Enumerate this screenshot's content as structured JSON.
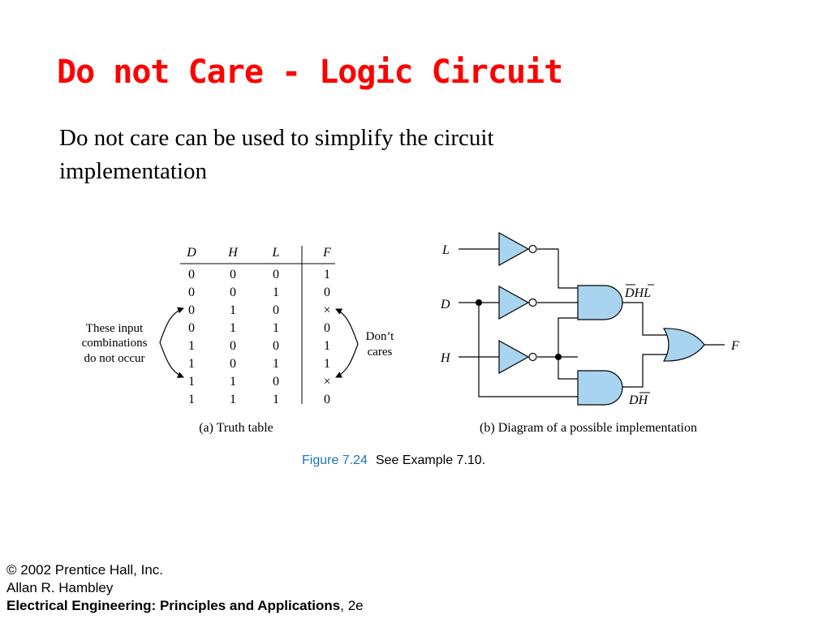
{
  "slide": {
    "title": "Do not Care - Logic Circuit",
    "body": "Do not care can be used to simplify the circuit implementation"
  },
  "truth_table": {
    "headers": [
      "D",
      "H",
      "L",
      "F"
    ],
    "rows": [
      [
        "0",
        "0",
        "0",
        "1"
      ],
      [
        "0",
        "0",
        "1",
        "0"
      ],
      [
        "0",
        "1",
        "0",
        "×"
      ],
      [
        "0",
        "1",
        "1",
        "0"
      ],
      [
        "1",
        "0",
        "0",
        "1"
      ],
      [
        "1",
        "0",
        "1",
        "1"
      ],
      [
        "1",
        "1",
        "0",
        "×"
      ],
      [
        "1",
        "1",
        "1",
        "0"
      ]
    ],
    "left_note": [
      "These input",
      "combinations",
      "do not occur"
    ],
    "right_note": [
      "Don’t",
      "cares"
    ],
    "caption": "(a) Truth table"
  },
  "circuit": {
    "inputs": [
      "L",
      "D",
      "H"
    ],
    "output": "F",
    "gate1_label": {
      "var1": "D",
      "var2": "H",
      "var3": "L"
    },
    "gate2_label": {
      "var1": "D",
      "var2": "H"
    },
    "caption": "(b) Diagram of a possible implementation"
  },
  "figure": {
    "number": "Figure 7.24",
    "text": "See Example 7.10.",
    "number_color": "#1a75bc"
  },
  "footer": {
    "line1": "© 2002 Prentice Hall, Inc.",
    "line2": "Allan R. Hambley",
    "book": "Electrical Engineering: Principles and Applications",
    "edition": ", 2e"
  },
  "colors": {
    "title": "#ff0000",
    "gate_fill": "#a8d4ef"
  }
}
